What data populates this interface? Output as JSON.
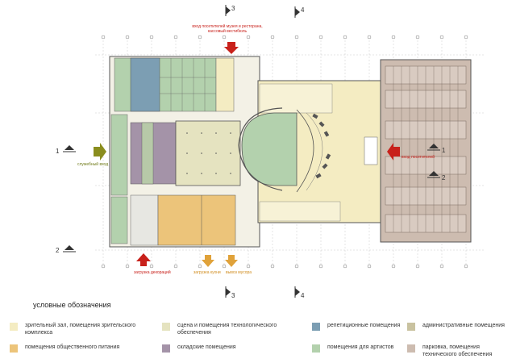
{
  "annotations": {
    "entrance_museum": "вход посетителей музея и ресторана, кассовый вестибюль",
    "service_entrance": "служебный вход",
    "visitor_entrance": "вход посетителей",
    "scenery_loading": "загрузка декораций",
    "kitchen_loading": "загрузка кухни",
    "garbage_removal": "вывоз мусора"
  },
  "section_marks": {
    "top_left": "3",
    "top_right": "4",
    "bottom_left": "3",
    "bottom_right": "4",
    "left_upper": "1",
    "left_lower": "2",
    "right_upper": "1",
    "right_lower": "2"
  },
  "legend": {
    "title": "условные обозначения",
    "items": [
      {
        "label": "зрительный зал, помещения зрительского комплекса",
        "color": "#f4ecc2"
      },
      {
        "label": "сцена и помещения технологического обеспечения",
        "color": "#e5e3c0"
      },
      {
        "label": "репетиционные помещения",
        "color": "#7c9eb3"
      },
      {
        "label": "административные помещения",
        "color": "#c9c2a0"
      },
      {
        "label": "помещения общественного питания",
        "color": "#ecc47a"
      },
      {
        "label": "складские помещения",
        "color": "#a493a8"
      },
      {
        "label": "помещения для артистов",
        "color": "#b3d1ad"
      },
      {
        "label": "парковка, помещения технического обеспечения",
        "color": "#cdbcb0"
      }
    ]
  },
  "colors": {
    "arrow_red": "#c8211b",
    "arrow_olive": "#8a8d1e",
    "arrow_orange": "#e0a23a",
    "wall": "#555555"
  }
}
